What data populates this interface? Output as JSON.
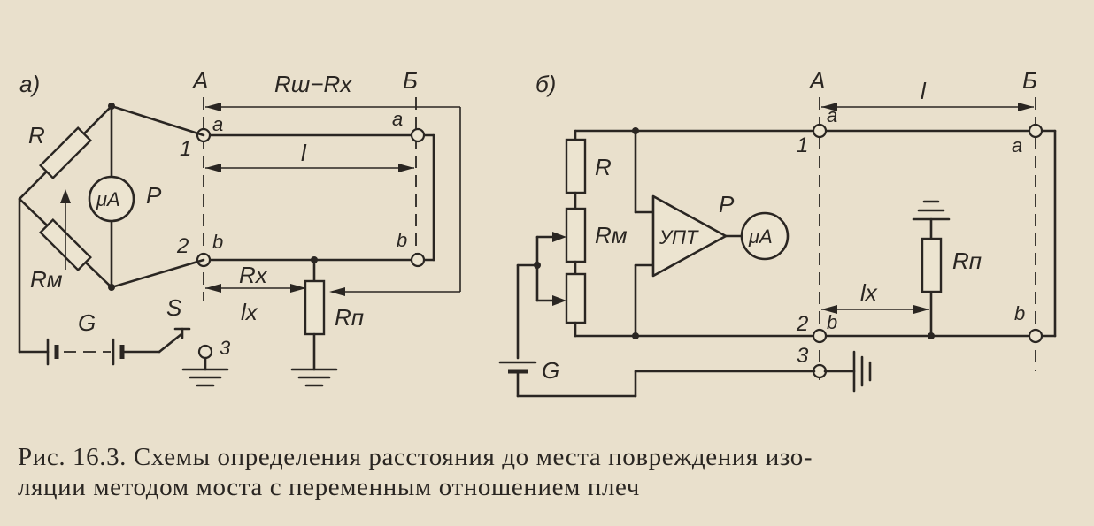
{
  "diagram_a": {
    "panel_label": "а)",
    "point_a": "А",
    "point_b": "Б",
    "label_top_range": "Rш−Rx",
    "terminal_a_left": "a",
    "terminal_a_right": "a",
    "terminal_b_left": "b",
    "terminal_b_right": "b",
    "terminal_1": "1",
    "terminal_2": "2",
    "terminal_3": "3",
    "length_l": "l",
    "label_rx": "Rx",
    "label_lx": "lx",
    "resistor_r": "R",
    "resistor_rm": "Rм",
    "resistor_rp": "Rп",
    "meter": "μA",
    "meter_label": "P",
    "source": "G",
    "switch": "S"
  },
  "diagram_b": {
    "panel_label": "б)",
    "point_a": "А",
    "point_b": "Б",
    "length_l": "l",
    "terminal_a_left": "a",
    "terminal_a_right": "a",
    "terminal_b_left": "b",
    "terminal_b_right": "b",
    "terminal_1": "1",
    "terminal_2": "2",
    "terminal_3": "3",
    "label_lx": "lx",
    "resistor_r": "R",
    "resistor_rm": "Rм",
    "resistor_rp": "Rп",
    "amplifier": "УПТ",
    "meter": "μA",
    "meter_label": "P",
    "source": "G"
  },
  "caption": {
    "line1": "Рис. 16.3. Схемы определения расстояния до места повреждения изо-",
    "line2": "ляции методом моста с переменным отношением плеч"
  }
}
